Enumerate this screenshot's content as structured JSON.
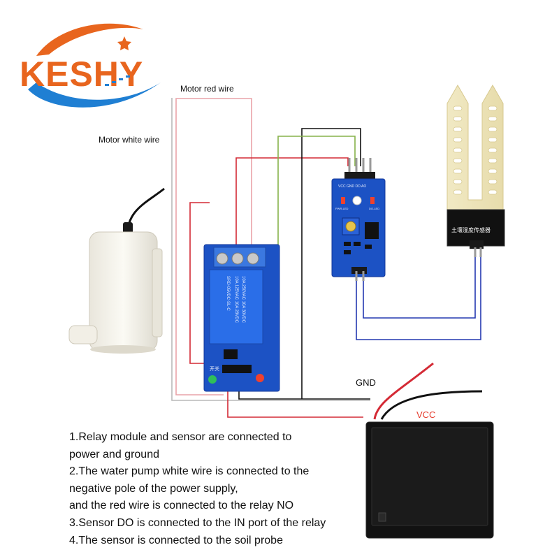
{
  "brand": {
    "logo_text": "KESHY",
    "logo_orange": "#e8651e",
    "logo_blue": "#1f7fd3"
  },
  "labels": {
    "motor_red_wire": "Motor red wire",
    "motor_white_wire": "Motor white wire",
    "gnd": "GND",
    "vcc": "VCC"
  },
  "relay": {
    "top_line_1": "10A 250VAC 10A 30VDC",
    "top_line_2": "10A 125VAC 10A 28VDC",
    "model": "SRD-05VDC-SL-C",
    "silk": "开关"
  },
  "sensor_module": {
    "pin_labels": "VCC GND DO AO",
    "pwr_label": "PWR-LED",
    "do_label": "DO-LED"
  },
  "soil_probe": {
    "label": "土壤湿度传感器"
  },
  "colors": {
    "wire_red": "#d42a35",
    "wire_pink": "#e9a3a8",
    "wire_black": "#111111",
    "wire_green": "#86b24a",
    "wire_blue": "#2438b0",
    "wire_grey": "#b9b9b9",
    "vcc_text": "#e53b2c"
  },
  "instructions": [
    "1.Relay module and sensor are connected to",
    "power and ground",
    "2.The water pump white wire is connected to the",
    "negative pole of the power supply,",
    "and the red wire is connected to the relay NO",
    "3.Sensor DO is connected to the IN port of the relay",
    "4.The sensor is connected to the soil probe"
  ]
}
